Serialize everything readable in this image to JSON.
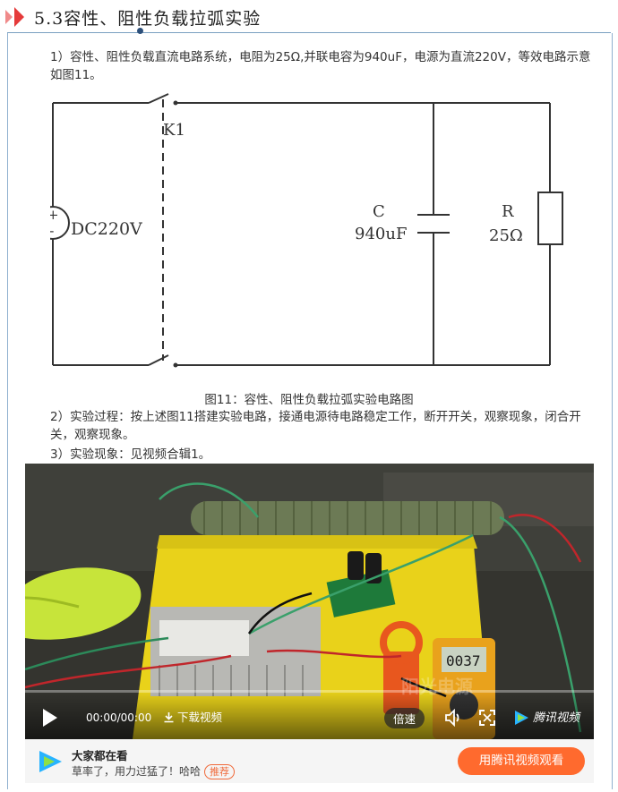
{
  "header": {
    "title": "5.3容性、阻性负载拉弧实验"
  },
  "paragraphs": {
    "p1": "1）容性、阻性负载直流电路系统，电阻为25Ω,并联电容为940uF，电源为直流220V，等效电路示意如图11。",
    "caption": "图11：容性、阻性负载拉弧实验电路图",
    "p2": "2）实验过程：按上述图11搭建实验电路，接通电源待电路稳定工作，断开开关，观察现象，闭合开关，观察现象。",
    "p3": "3）实验现象：见视频合辑1。"
  },
  "circuit": {
    "switch_label": "K1",
    "source_label": "DC220V",
    "source_plus": "+",
    "source_minus": "-",
    "cap_label": "C",
    "cap_value": "940uF",
    "res_label": "R",
    "res_value": "25Ω"
  },
  "video": {
    "time_text": "00:00/00:00",
    "download_label": "下载视频",
    "speed_label": "倍速",
    "brand_label": "腾讯视频",
    "meter_reading": "0037",
    "watermark": "阳光电源",
    "progress": 0,
    "colors": {
      "accent": "#ff6a2e",
      "board": "#e9d21a",
      "resistor": "#6c7a55",
      "clamp": "#e8571e"
    }
  },
  "recommend": {
    "title": "大家都在看",
    "subtitle": "草率了，用力过猛了！哈哈",
    "tag": "推荐",
    "button_label": "用腾讯视频观看"
  }
}
